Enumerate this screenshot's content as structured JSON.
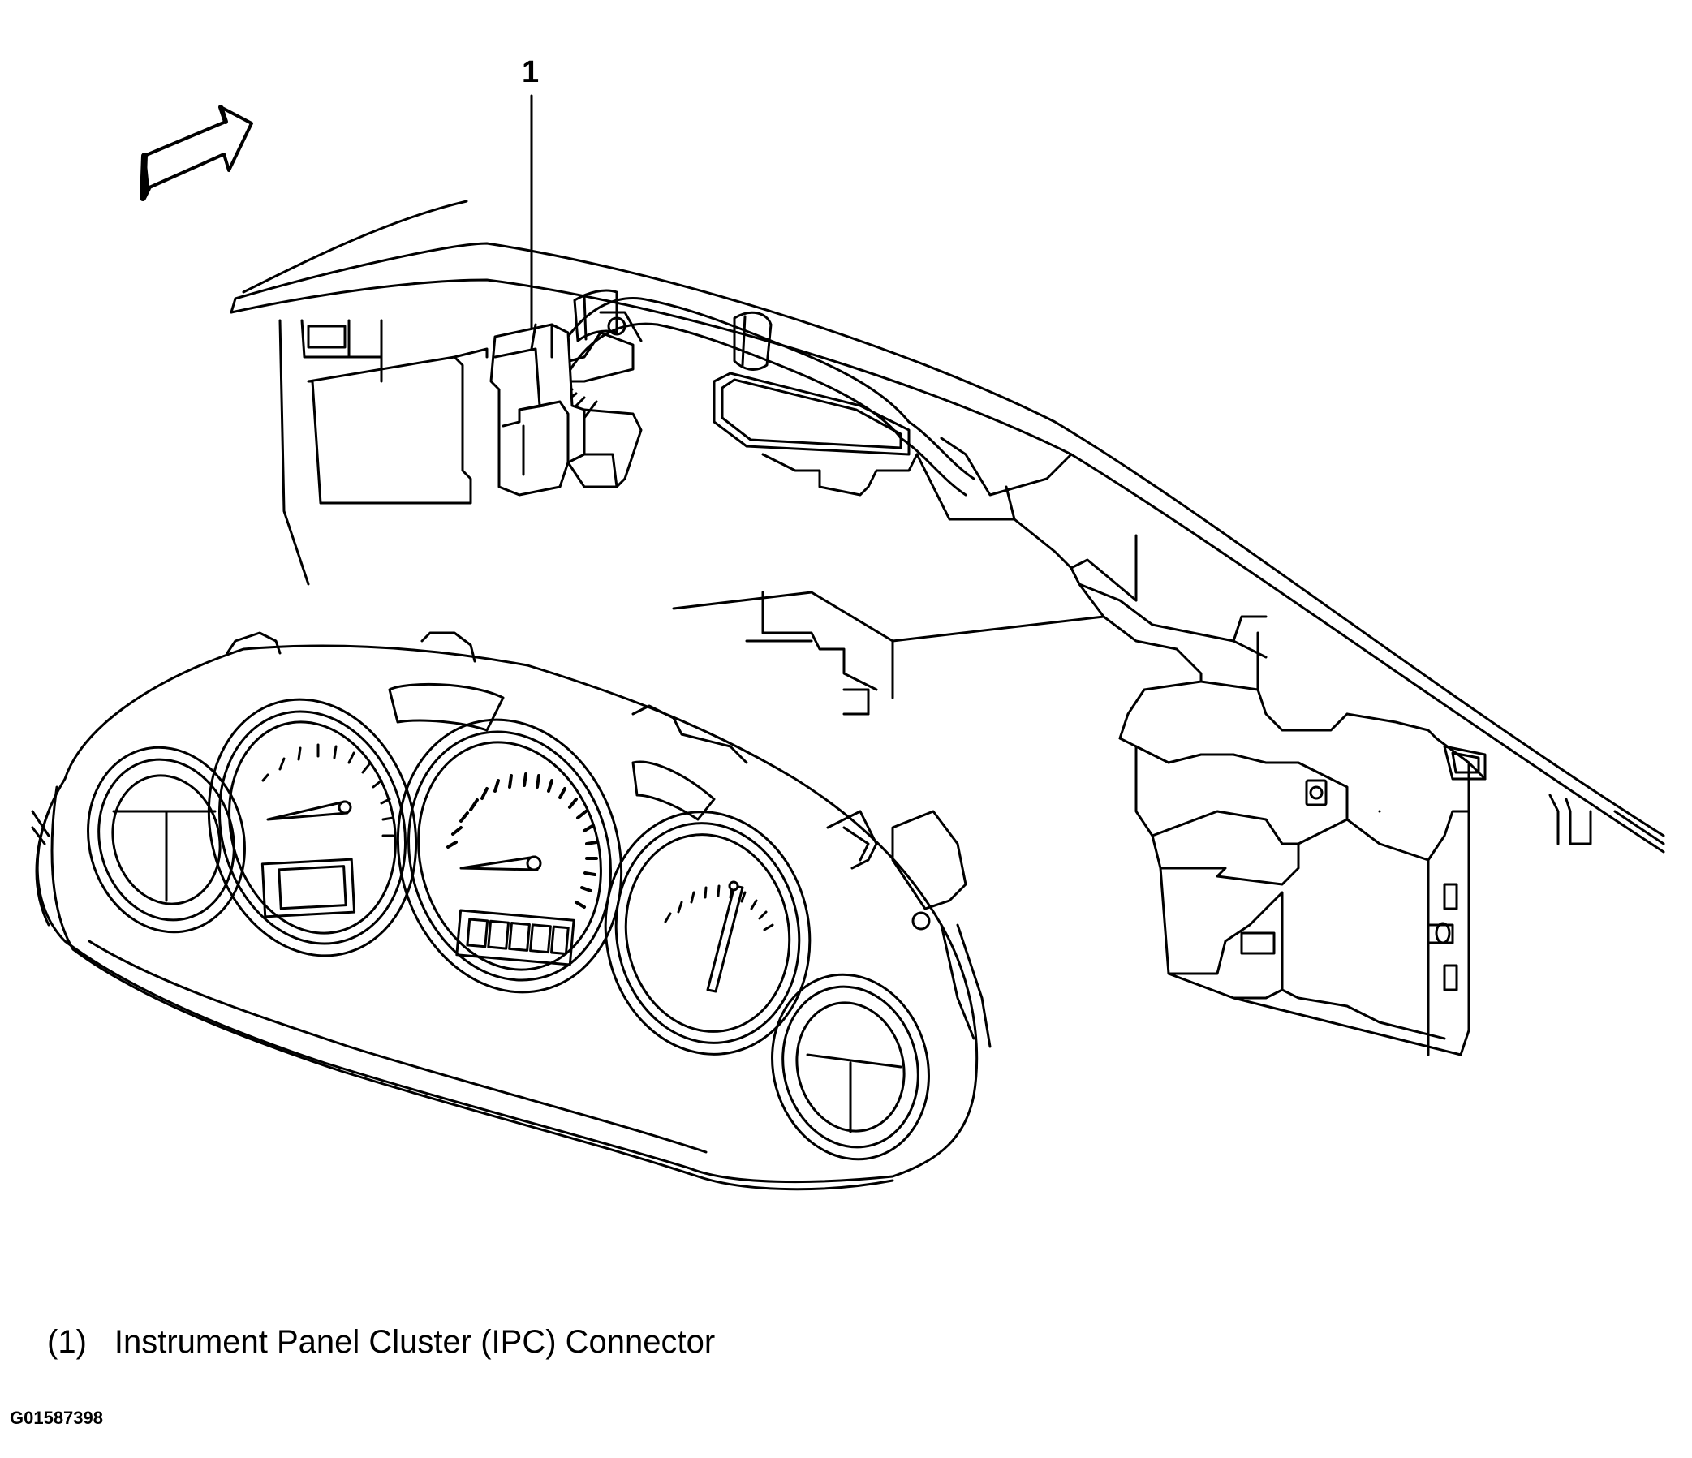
{
  "figure": {
    "callout_number": "1",
    "legend_items": [
      {
        "number": "(1)",
        "text": "Instrument Panel Cluster (IPC) Connector"
      }
    ],
    "figure_id": "G01587398",
    "colors": {
      "line": "#000000",
      "background": "#ffffff"
    }
  }
}
